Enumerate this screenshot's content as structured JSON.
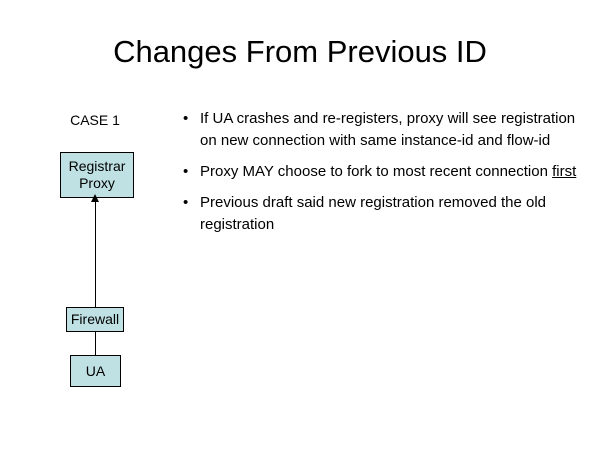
{
  "slide": {
    "title": "Changes From Previous ID"
  },
  "diagram": {
    "case_label": "CASE 1",
    "nodes": [
      {
        "id": "registrar-proxy",
        "line1": "Registrar",
        "line2": "Proxy"
      },
      {
        "id": "firewall",
        "line1": "Firewall",
        "line2": ""
      },
      {
        "id": "ua",
        "line1": "UA",
        "line2": ""
      }
    ],
    "connectors": [
      {
        "from": "ua",
        "to": "firewall",
        "arrow": "none"
      },
      {
        "from": "firewall",
        "to": "registrar-proxy",
        "arrow": "up"
      }
    ],
    "colors": {
      "node_fill": "#bfe1e4",
      "node_border": "#000000",
      "connector": "#000000"
    }
  },
  "bullets": {
    "marker": "•",
    "items": [
      {
        "pre": "If UA crashes and re-registers, proxy will see registration on new connection with same instance-id and flow-id",
        "underlined": "",
        "post": ""
      },
      {
        "pre": "Proxy MAY choose to fork to most recent connection ",
        "underlined": "first",
        "post": ""
      },
      {
        "pre": "Previous draft said new registration removed the old registration",
        "underlined": "",
        "post": ""
      }
    ]
  }
}
